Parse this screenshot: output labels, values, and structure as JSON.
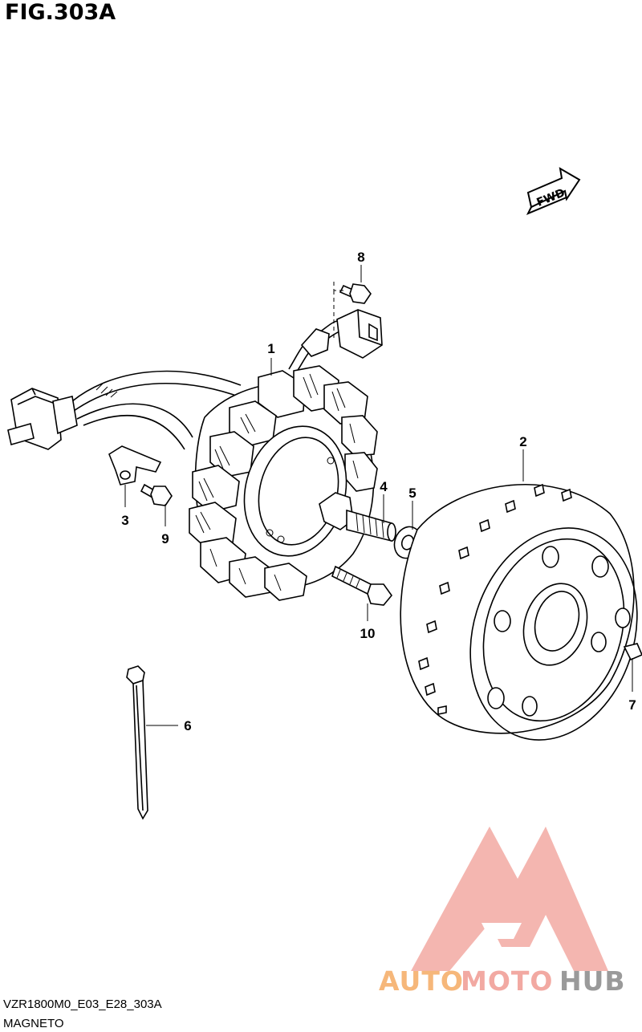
{
  "figure": {
    "title": "FIG.303A",
    "code": "VZR1800M0_E03_E28_303A",
    "name": "MAGNETO"
  },
  "fwd_label": "FWD",
  "callouts": [
    {
      "id": "1",
      "label": "1"
    },
    {
      "id": "2",
      "label": "2"
    },
    {
      "id": "3",
      "label": "3"
    },
    {
      "id": "4",
      "label": "4"
    },
    {
      "id": "5",
      "label": "5"
    },
    {
      "id": "6",
      "label": "6"
    },
    {
      "id": "7",
      "label": "7"
    },
    {
      "id": "8",
      "label": "8"
    },
    {
      "id": "9",
      "label": "9"
    },
    {
      "id": "10",
      "label": "10"
    }
  ],
  "watermark": {
    "part1": "AUTO",
    "part2": "MOTO",
    "part3": "HUB",
    "color_auto": "#f6b77a",
    "color_moto": "#f2a9a2",
    "color_hub": "#9a9a9a"
  }
}
